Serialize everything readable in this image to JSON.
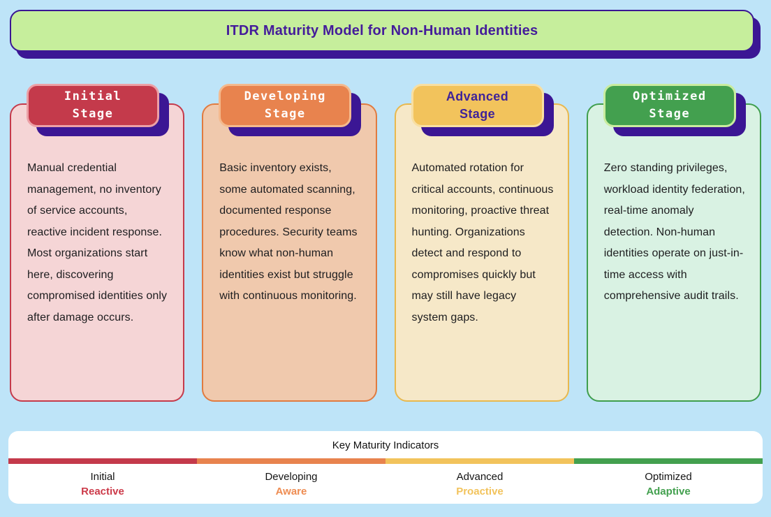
{
  "page": {
    "background": "#bee4f8",
    "shadow_purple": "#3b1694"
  },
  "banner": {
    "title": "ITDR Maturity Model for Non-Human Identities",
    "bg": "#c6ee9c",
    "text_color": "#441c9a"
  },
  "stages": [
    {
      "badge_line1": "Initial",
      "badge_line2": "Stage",
      "badge_bg": "#c43a4b",
      "badge_border": "#eca0a6",
      "badge_text_color": "#ffffff",
      "card_bg": "#f5d5d6",
      "card_border": "#c43a4b",
      "description": "Manual credential management, no inventory of service accounts, reactive incident response. Most organizations start here, discovering compromised identities only after damage occurs."
    },
    {
      "badge_line1": "Developing",
      "badge_line2": "Stage",
      "badge_bg": "#e8834e",
      "badge_border": "#f4b98d",
      "badge_text_color": "#ffffff",
      "card_bg": "#f0c9ad",
      "card_border": "#e07b40",
      "description": "Basic inventory exists, some automated scanning, documented response procedures. Security teams know what non-human identities exist but struggle with continuous monitoring."
    },
    {
      "badge_line1": "Advanced",
      "badge_line2": "Stage",
      "badge_bg": "#f2c35c",
      "badge_border": "#f8dfa2",
      "badge_text_color": "#3f2399",
      "card_bg": "#f6e8c8",
      "card_border": "#e8b84e",
      "description": "Automated rotation for critical accounts, continuous monitoring, proactive threat hunting. Organizations detect and respond to compromises quickly but may still have legacy system gaps."
    },
    {
      "badge_line1": "Optimized",
      "badge_line2": "Stage",
      "badge_bg": "#43a04f",
      "badge_border": "#c9ec9f",
      "badge_text_color": "#ffffff",
      "card_bg": "#d9f2e3",
      "card_border": "#3f9e4d",
      "description": "Zero standing privileges, workload identity federation, real-time anomaly detection. Non-human identities operate on just-in-time access with comprehensive audit trails."
    }
  ],
  "indicators": {
    "title": "Key Maturity Indicators",
    "bar_colors": [
      "#c43a4b",
      "#e8834e",
      "#f2c35c",
      "#43a04f"
    ],
    "items": [
      {
        "stage": "Initial",
        "trait": "Reactive",
        "color": "#cc3b4a"
      },
      {
        "stage": "Developing",
        "trait": "Aware",
        "color": "#ee8c52"
      },
      {
        "stage": "Advanced",
        "trait": "Proactive",
        "color": "#f2c35c"
      },
      {
        "stage": "Optimized",
        "trait": "Adaptive",
        "color": "#43a04f"
      }
    ]
  }
}
